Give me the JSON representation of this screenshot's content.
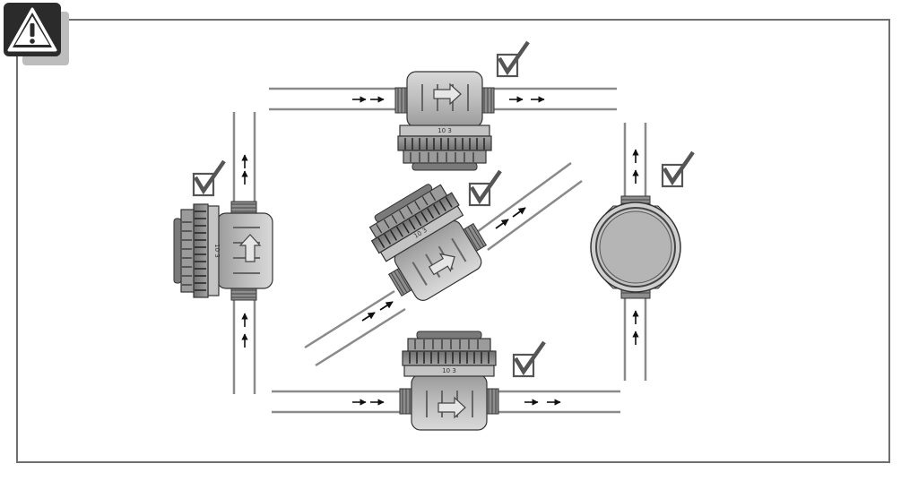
{
  "colors": {
    "frame": "#6e6e6e",
    "pipe": "#8a8a8a",
    "arrow": "#111111",
    "check": "#555555",
    "warning_bg": "#2b2b2b",
    "meter_light": "#cfcfcf",
    "meter_mid": "#b3b3b3",
    "meter_dark": "#6a6a6a"
  },
  "icons": {
    "warning": "warning-triangle-icon",
    "check": "checkbox-checked-icon",
    "flow": "flow-arrow-icon"
  },
  "meter_label": "10 3",
  "installations": [
    {
      "name": "horizontal-top",
      "orientation": "horizontal",
      "allowed": true
    },
    {
      "name": "horizontal-bottom",
      "orientation": "horizontal",
      "allowed": true
    },
    {
      "name": "vertical-left",
      "orientation": "vertical-upward",
      "allowed": true
    },
    {
      "name": "vertical-right",
      "orientation": "vertical-upward",
      "allowed": true
    },
    {
      "name": "inclined-center",
      "orientation": "inclined",
      "allowed": true
    }
  ]
}
